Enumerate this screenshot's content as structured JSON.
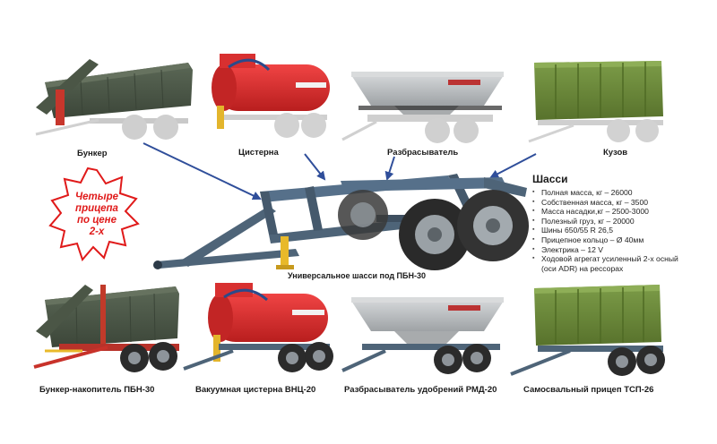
{
  "top_labels": {
    "bunker": "Бункер",
    "tank": "Цистерна",
    "spreader": "Разбрасыватель",
    "body": "Кузов"
  },
  "badge": {
    "line1": "Четыре",
    "line2": "прицепа",
    "line3": "по цене",
    "line4": "2-х"
  },
  "chassis_label": "Универсальное шасси под ПБН-30",
  "specs": {
    "title": "Шасси",
    "items": [
      "Полная масса, кг – 26000",
      "Собственная масса, кг – 3500",
      "Масса насадки,кг  – 2500-3000",
      "Полезный груз, кг  – 20000",
      "Шины 650/55 R 26,5",
      "Прицепное кольцо – Ø 40мм",
      "Электрика – 12 V",
      "Ходовой агрегат усиленный 2-х осный",
      "(оси ADR) на рессорах"
    ]
  },
  "bottom_labels": {
    "bunker": "Бункер-накопитель ПБН-30",
    "tank": "Вакуумная цистерна ВНЦ-20",
    "spreader": "Разбрасыватель удобрений РМД-20",
    "dump": "Самосвальный прицеп ТСП-26"
  },
  "colors": {
    "bunker": "#4a5646",
    "tank": "#d92b2b",
    "spreader": "#b9bcbe",
    "body": "#6c8a3a",
    "chassis": "#4e6478",
    "arrow": "#2f4e9a",
    "badge": "#e01a1a"
  }
}
